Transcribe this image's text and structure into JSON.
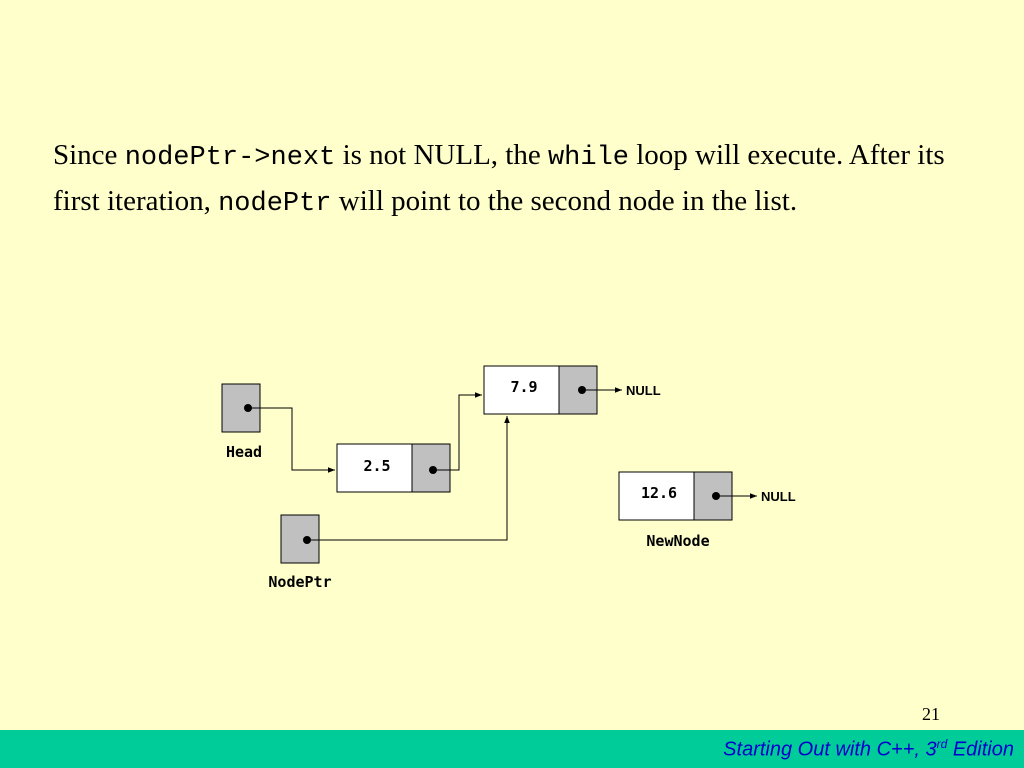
{
  "paragraph": {
    "part1": "Since ",
    "code1": "nodePtr->next",
    "part2": " is not NULL, the ",
    "code2": "while",
    "part3": " loop will execute. After its first iteration, ",
    "code3": "nodePtr",
    "part4": " will point to the second node in the list."
  },
  "diagram": {
    "head_label": "Head",
    "nodeptr_label": "NodePtr",
    "newnode_label": "NewNode",
    "node1_value": "2.5",
    "node2_value": "7.9",
    "newnode_value": "12.6",
    "null_label_1": "NULL",
    "null_label_2": "NULL"
  },
  "footer": {
    "page_number": "21",
    "title_prefix": "Starting Out with C++, 3",
    "title_sup": "rd",
    "title_suffix": " Edition"
  },
  "colors": {
    "background": "#ffffcc",
    "footer_bar": "#00cc99",
    "footer_text": "#0000cc",
    "pointer_box": "#c0c0c0"
  }
}
